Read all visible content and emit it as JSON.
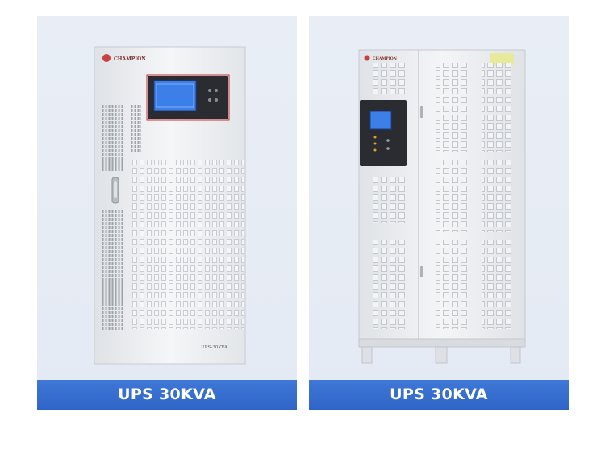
{
  "products": [
    {
      "caption": "UPS 30KVA",
      "brand": "CHAMPION",
      "model_label": "UPS-30KVA"
    },
    {
      "caption": "UPS 30KVA",
      "brand": "CHAMPION"
    }
  ],
  "colors": {
    "caption_bg": "#3370d0",
    "card_bg": "#e6ecf4",
    "cabinet": "#f1f3f5",
    "panel": "#2a2b30",
    "screen": "#3e7fe6"
  },
  "icons": [
    "ups-cabinet-image",
    "lcd-display-icon",
    "door-handle-icon",
    "brand-logo-icon"
  ]
}
